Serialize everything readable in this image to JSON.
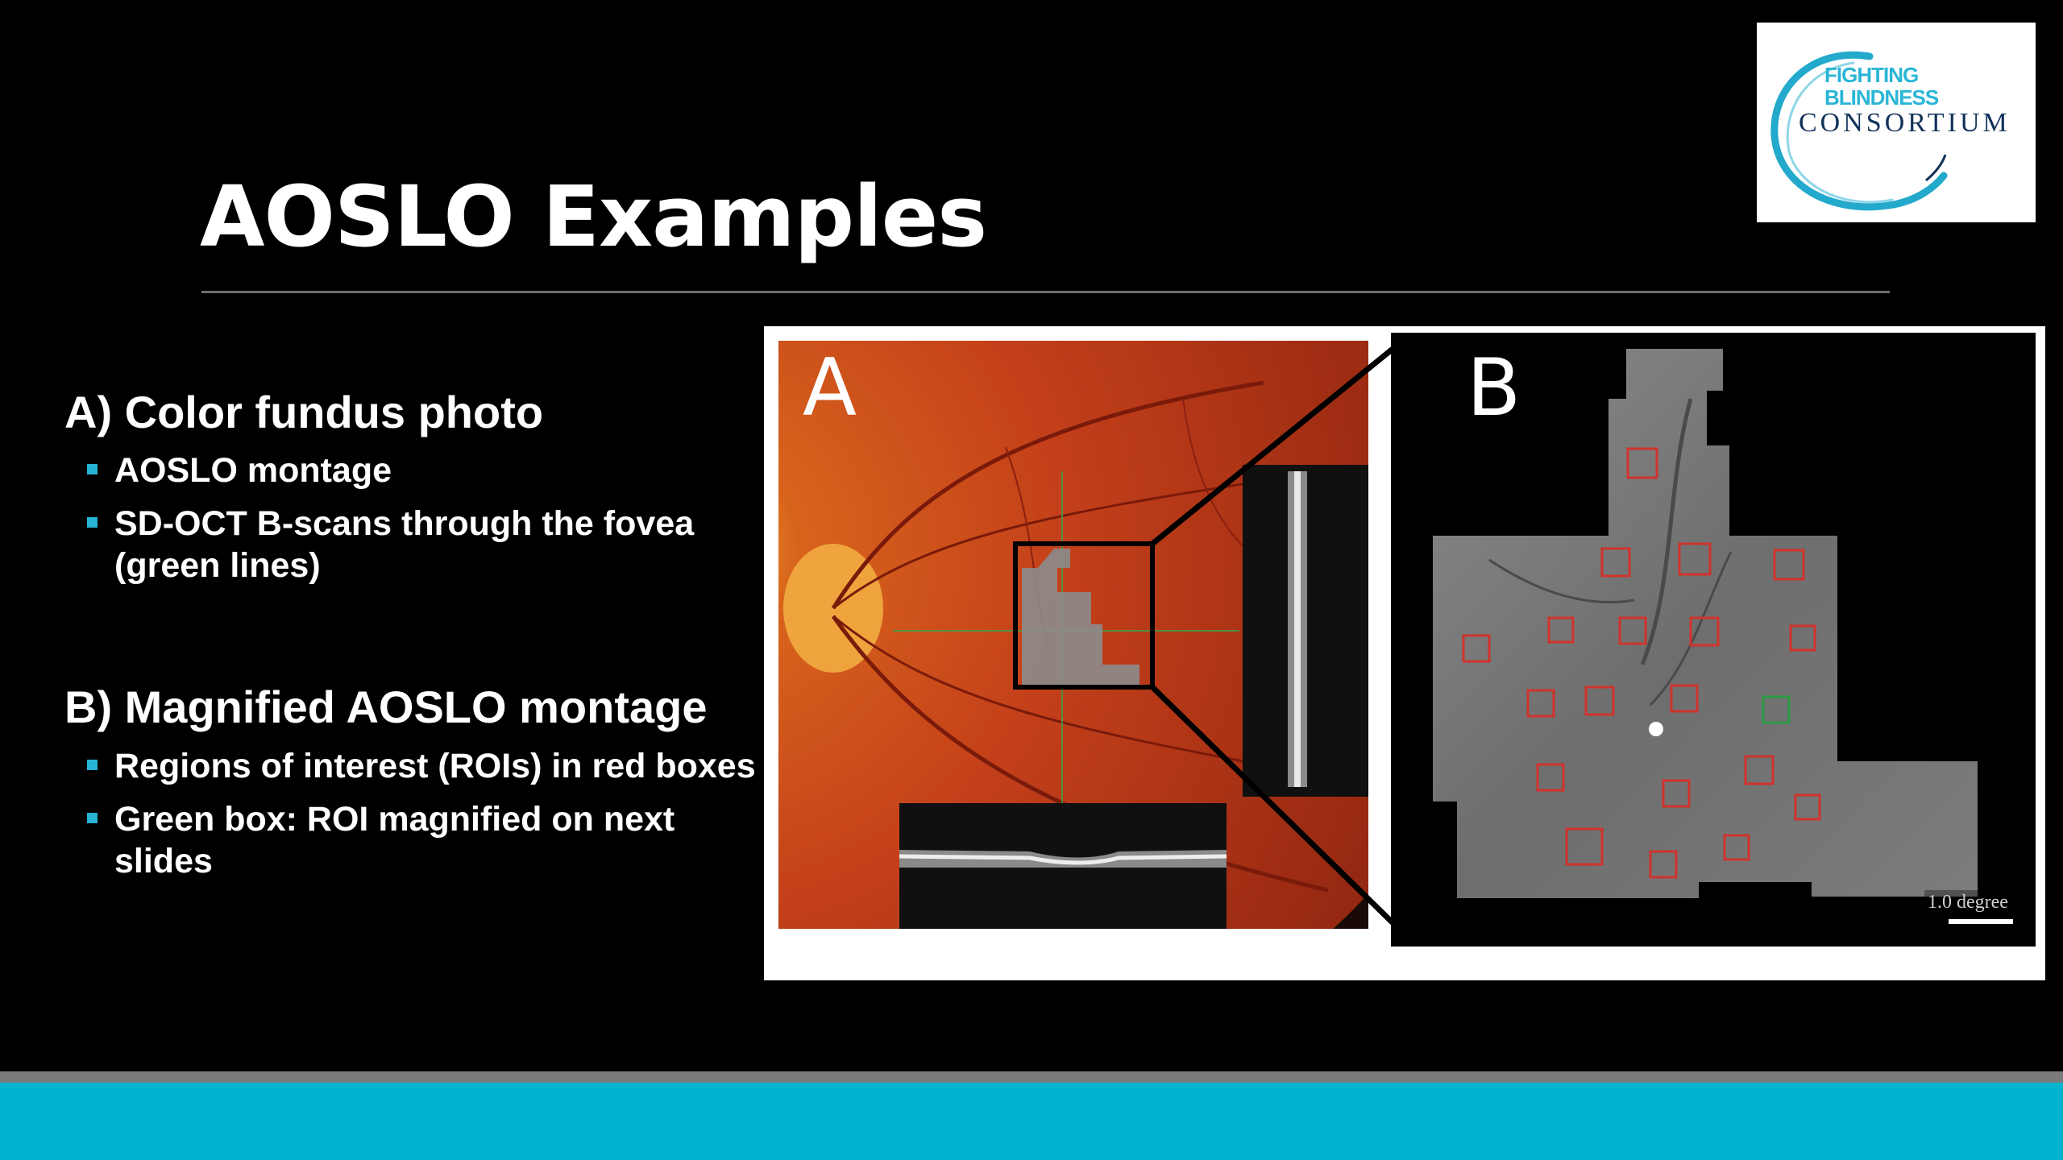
{
  "slide": {
    "title": "AOSLO Examples",
    "logo": {
      "line1": "FIGHTING",
      "line2": "BLINDNESS",
      "line3": "CONSORTIUM",
      "icon": "circle-swoosh-logo-icon"
    },
    "sections": [
      {
        "heading": "A) Color fundus photo",
        "items": [
          "AOSLO montage",
          "SD-OCT B-scans through the fovea (green lines)"
        ]
      },
      {
        "heading": "B) Magnified AOSLO montage",
        "items": [
          "Regions of interest (ROIs) in red boxes",
          "Green box: ROI magnified on next slides"
        ]
      }
    ],
    "figure": {
      "panel_a_label": "A",
      "panel_b_label": "B",
      "scale_bar_label": "1.0 degree"
    }
  },
  "colors": {
    "background": "#000000",
    "accent": "#00b4d0",
    "bullet": "#27b3d4",
    "roi_red": "#d0332c",
    "roi_green": "#2a9a44"
  }
}
